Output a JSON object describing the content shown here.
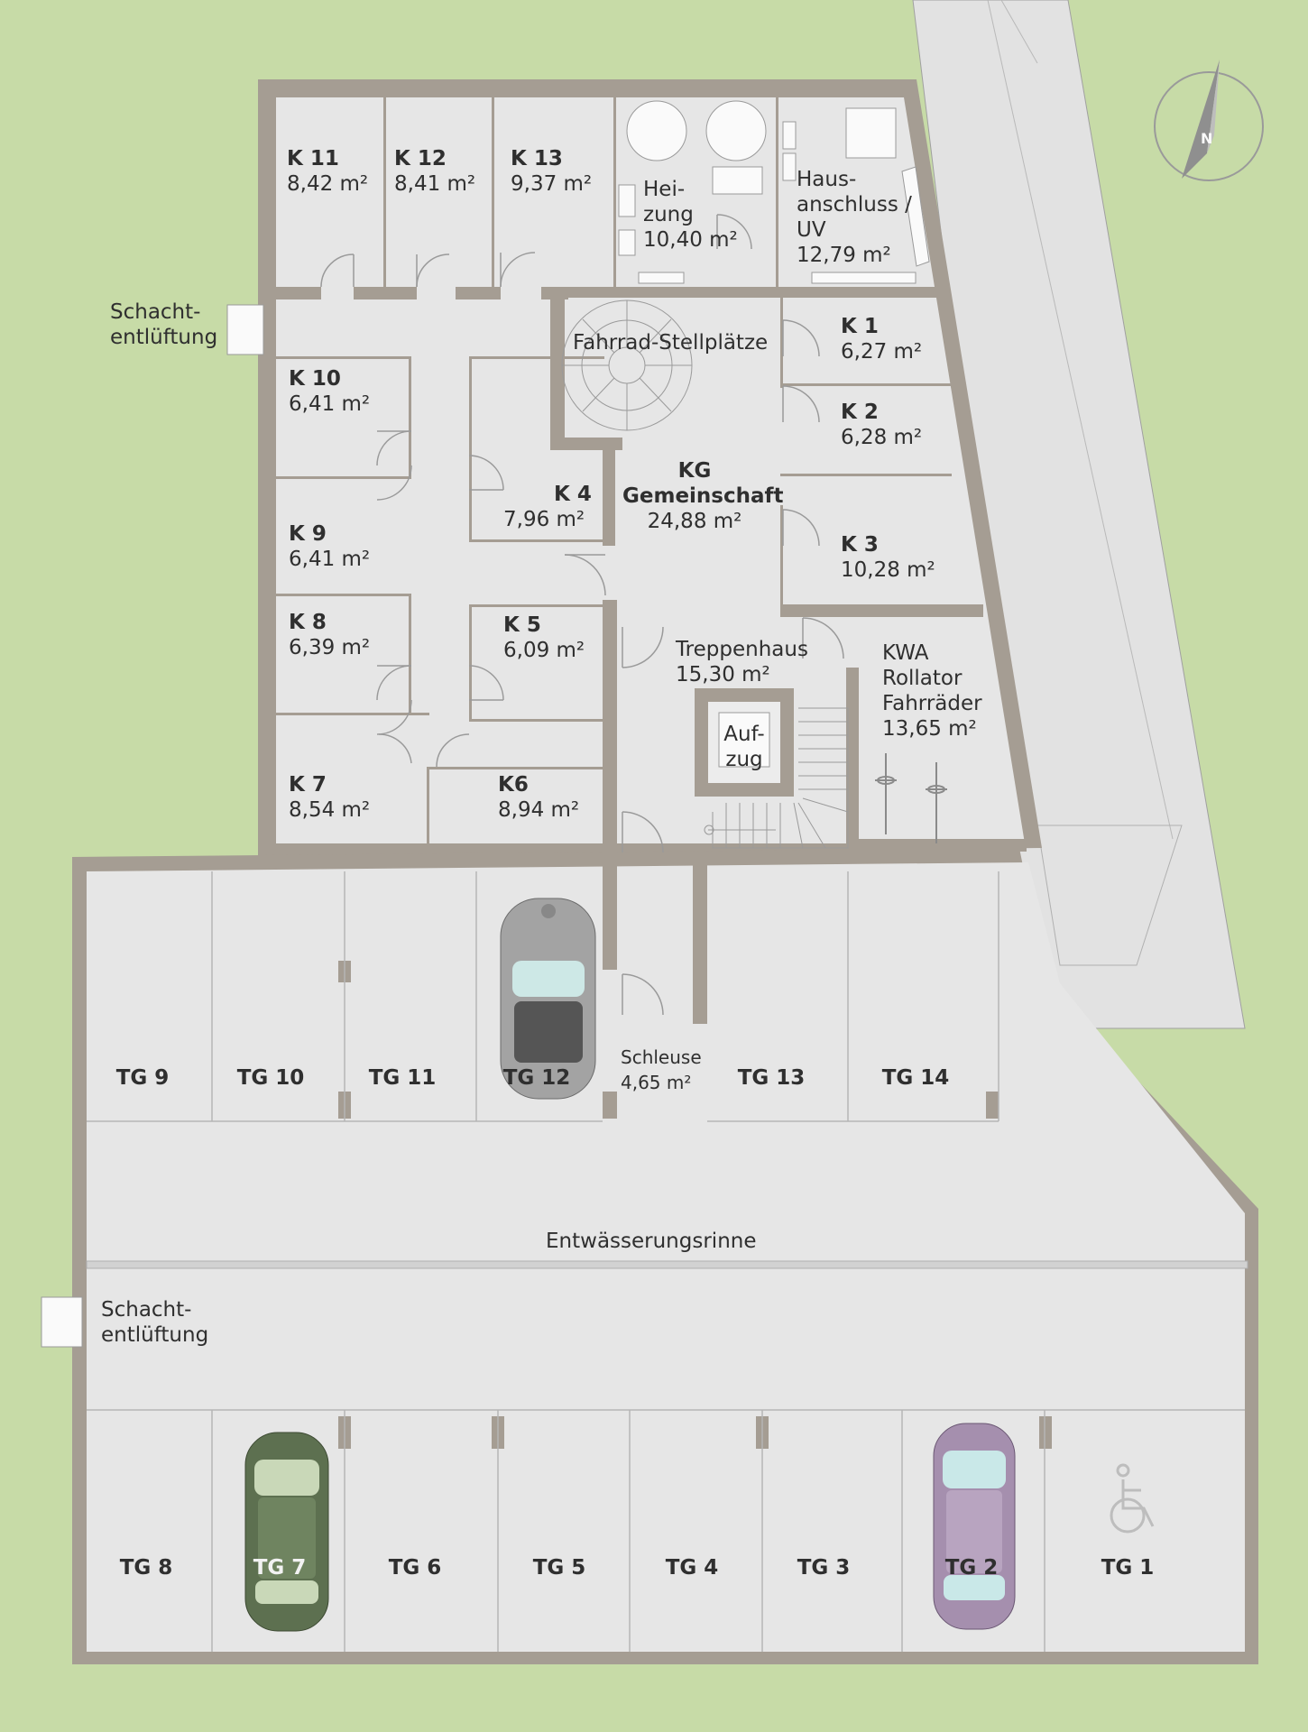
{
  "rooms": {
    "k11": {
      "id": "K 11",
      "area": "8,42 m²"
    },
    "k12": {
      "id": "K 12",
      "area": "8,41 m²"
    },
    "k13": {
      "id": "K 13",
      "area": "9,37 m²"
    },
    "heizung": {
      "name1": "Hei-",
      "name2": "zung",
      "area": "10,40 m²"
    },
    "hausanschluss": {
      "name1": "Haus-",
      "name2": "anschluss /",
      "name3": "UV",
      "area": "12,79 m²"
    },
    "k1": {
      "id": "K 1",
      "area": "6,27 m²"
    },
    "k2": {
      "id": "K 2",
      "area": "6,28 m²"
    },
    "k3": {
      "id": "K 3",
      "area": "10,28 m²"
    },
    "k4": {
      "id": "K 4",
      "area": "7,96 m²"
    },
    "k5": {
      "id": "K 5",
      "area": "6,09 m²"
    },
    "k6": {
      "id": "K6",
      "area": "8,94 m²"
    },
    "k7": {
      "id": "K 7",
      "area": "8,54 m²"
    },
    "k8": {
      "id": "K 8",
      "area": "6,39 m²"
    },
    "k9": {
      "id": "K 9",
      "area": "6,41 m²"
    },
    "k10": {
      "id": "K 10",
      "area": "6,41 m²"
    },
    "kg": {
      "name1": "KG",
      "name2": "Gemeinschaft",
      "area": "24,88 m²"
    },
    "fahrrad": {
      "name": "Fahrrad-Stellplätze"
    },
    "treppenhaus": {
      "name": "Treppenhaus",
      "area": "15,30 m²"
    },
    "kwa": {
      "name1": "KWA",
      "name2": "Rollator",
      "name3": "Fahrräder",
      "area": "13,65 m²"
    },
    "aufzug": {
      "name1": "Auf-",
      "name2": "zug"
    },
    "schleuse": {
      "name": "Schleuse",
      "area": "4,65 m²"
    }
  },
  "vents": {
    "top": {
      "line1": "Schacht-",
      "line2": "entlüftung"
    },
    "bottom": {
      "line1": "Schacht-",
      "line2": "entlüftung"
    }
  },
  "drain": {
    "label": "Entwässerungsrinne"
  },
  "parking_top": [
    "TG 9",
    "TG 10",
    "TG 11",
    "TG 12",
    "TG 13",
    "TG 14"
  ],
  "parking_bottom": [
    "TG 8",
    "TG 7",
    "TG 6",
    "TG 5",
    "TG 4",
    "TG 3",
    "TG 2",
    "TG 1"
  ],
  "compass": {
    "label": "N"
  },
  "colors": {
    "wall": "#a59d93",
    "floor": "#e6e6e6",
    "grass": "#c7dba7",
    "car_green": "#5d7050",
    "car_purple": "#a58fae",
    "car_silver": "#a3a3a3"
  }
}
